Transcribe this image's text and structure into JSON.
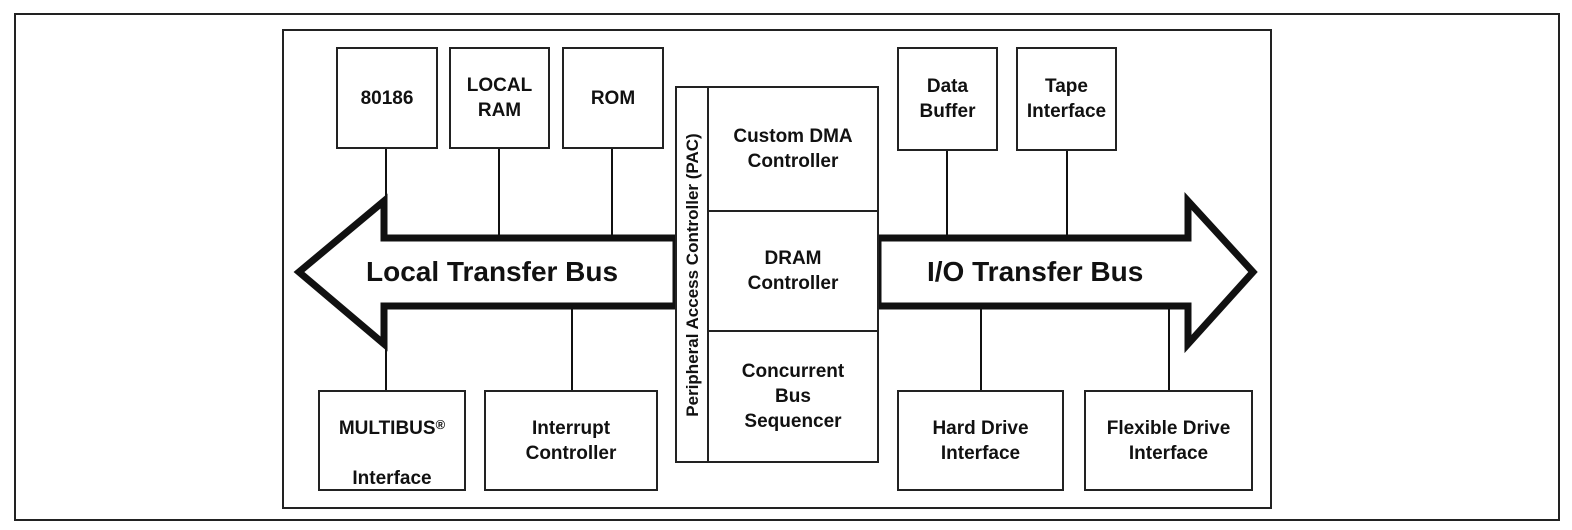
{
  "pac": {
    "side_label": "Peripheral Access Controller (PAC)",
    "cells": [
      "Custom DMA\nController",
      "DRAM\nController",
      "Concurrent\nBus\nSequencer"
    ]
  },
  "buses": {
    "local": "Local Transfer Bus",
    "io": "I/O Transfer Bus"
  },
  "top_left_boxes": [
    "80186",
    "LOCAL\nRAM",
    "ROM"
  ],
  "top_right_boxes": [
    "Data\nBuffer",
    "Tape\nInterface"
  ],
  "bottom_left_boxes": {
    "multibus": "MULTIBUS",
    "multibus_reg": "®",
    "multibus_sub": "Interface",
    "interrupt": "Interrupt\nController"
  },
  "bottom_right_boxes": [
    "Hard Drive\nInterface",
    "Flexible Drive\nInterface"
  ]
}
